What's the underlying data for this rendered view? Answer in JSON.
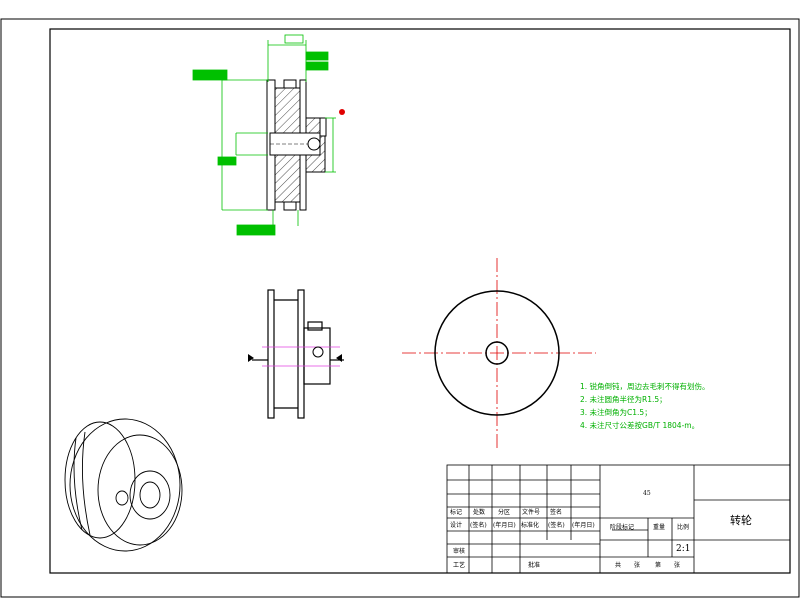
{
  "colors": {
    "outline": "#000000",
    "dimension": "#00c000",
    "centerline": "#e00000",
    "hidden_highlight": "#e040e0",
    "notes": "#00b000"
  },
  "technical_requirements": [
    "1. 锐角倒钝，周边去毛刺不得有划伤。",
    "2. 未注圆角半径为R1.5；",
    "3. 未注倒角为C1.5；",
    "4. 未注尺寸公差按GB/T 1804-m。"
  ],
  "title_block": {
    "part_name": "转轮",
    "material": "45",
    "scale": "2:1",
    "row_labels": [
      "标记",
      "处数",
      "分区",
      "文件号",
      "签名"
    ],
    "design_labels": [
      "设计",
      "(签名)",
      "(年月日)",
      "标准化",
      "(签名)",
      "(年月日)"
    ],
    "review_label": "审核",
    "process_label": "工艺",
    "approve_label": "批准",
    "stage_label": "阶段标记",
    "weight_label": "重量",
    "scale_label": "比例",
    "sheet_text": [
      "共",
      "张",
      "第",
      "张"
    ]
  }
}
